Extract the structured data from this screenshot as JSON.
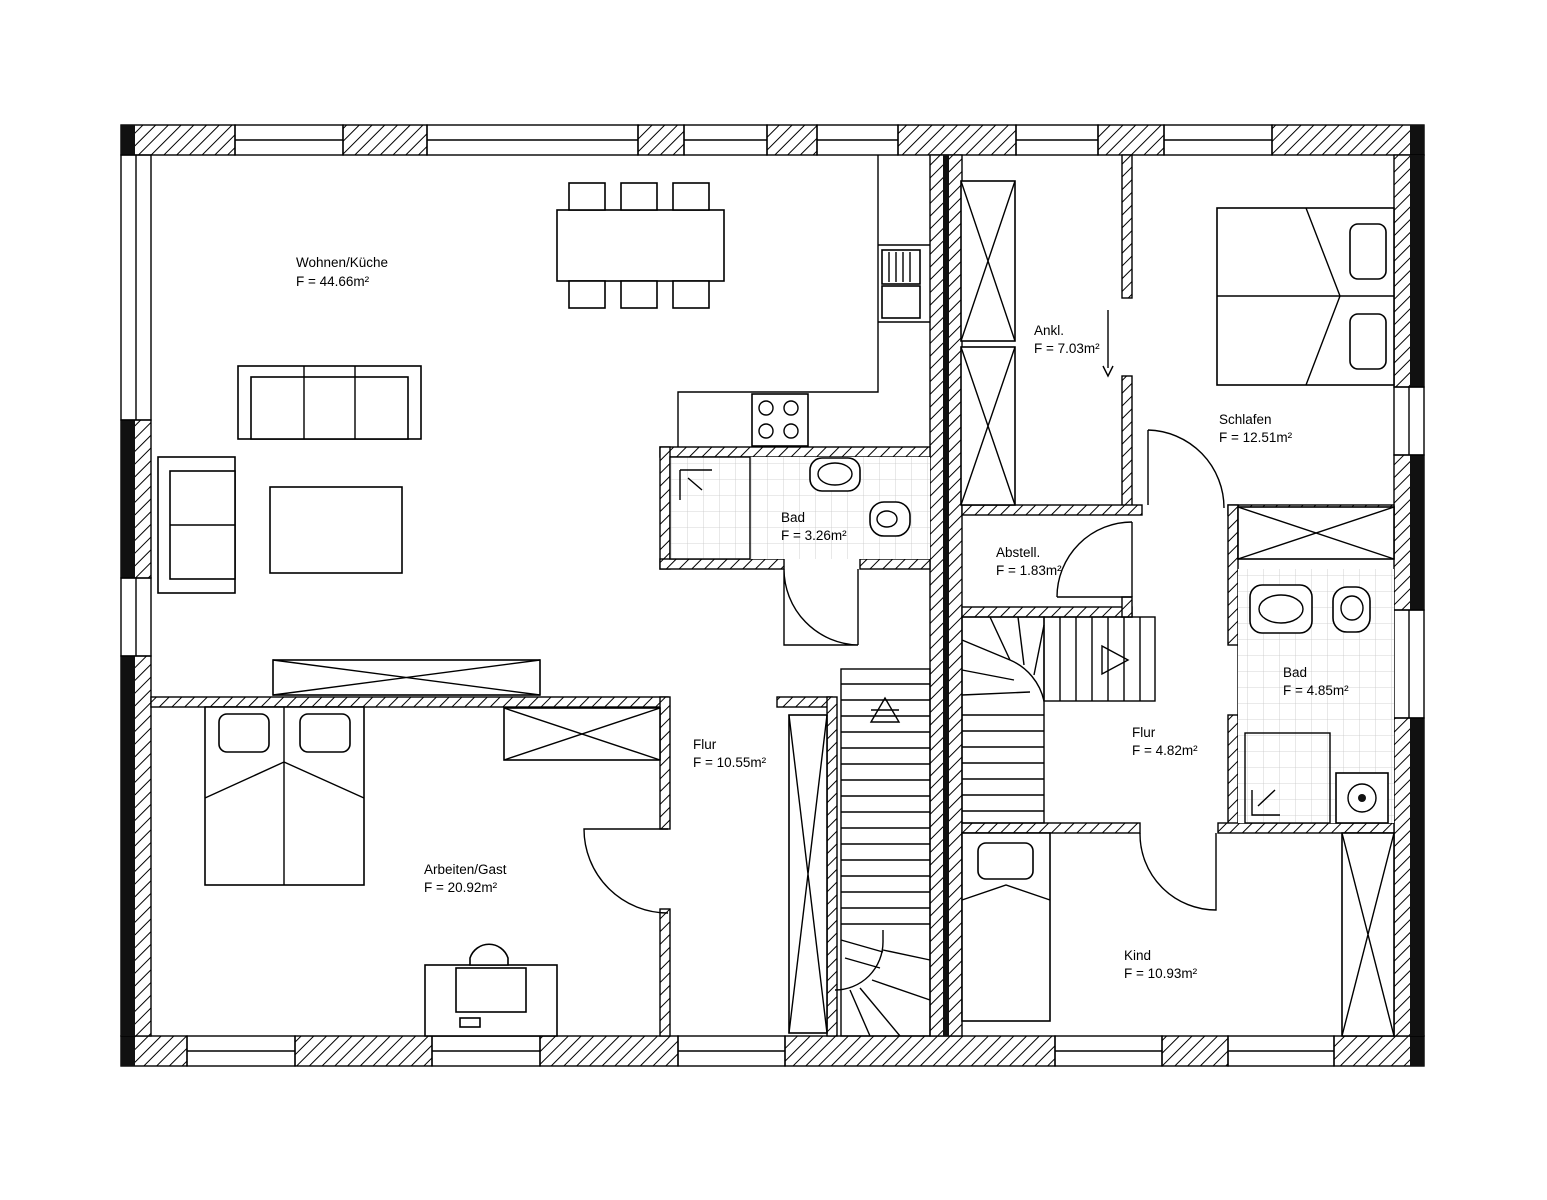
{
  "plan": {
    "rooms": [
      {
        "id": "wohnen",
        "name": "Wohnen/Küche",
        "area": "F = 44.66m²"
      },
      {
        "id": "bad1",
        "name": "Bad",
        "area": "F = 3.26m²"
      },
      {
        "id": "ankl",
        "name": "Ankl.",
        "area": "F = 7.03m²"
      },
      {
        "id": "schlafen",
        "name": "Schlafen",
        "area": "F = 12.51m²"
      },
      {
        "id": "abstell",
        "name": "Abstell.",
        "area": "F = 1.83m²"
      },
      {
        "id": "bad2",
        "name": "Bad",
        "area": "F = 4.85m²"
      },
      {
        "id": "flur1",
        "name": "Flur",
        "area": "F = 10.55m²"
      },
      {
        "id": "flur2",
        "name": "Flur",
        "area": "F = 4.82m²"
      },
      {
        "id": "arbeiten",
        "name": "Arbeiten/Gast",
        "area": "F = 20.92m²"
      },
      {
        "id": "kind",
        "name": "Kind",
        "area": "F = 10.93m²"
      }
    ]
  }
}
